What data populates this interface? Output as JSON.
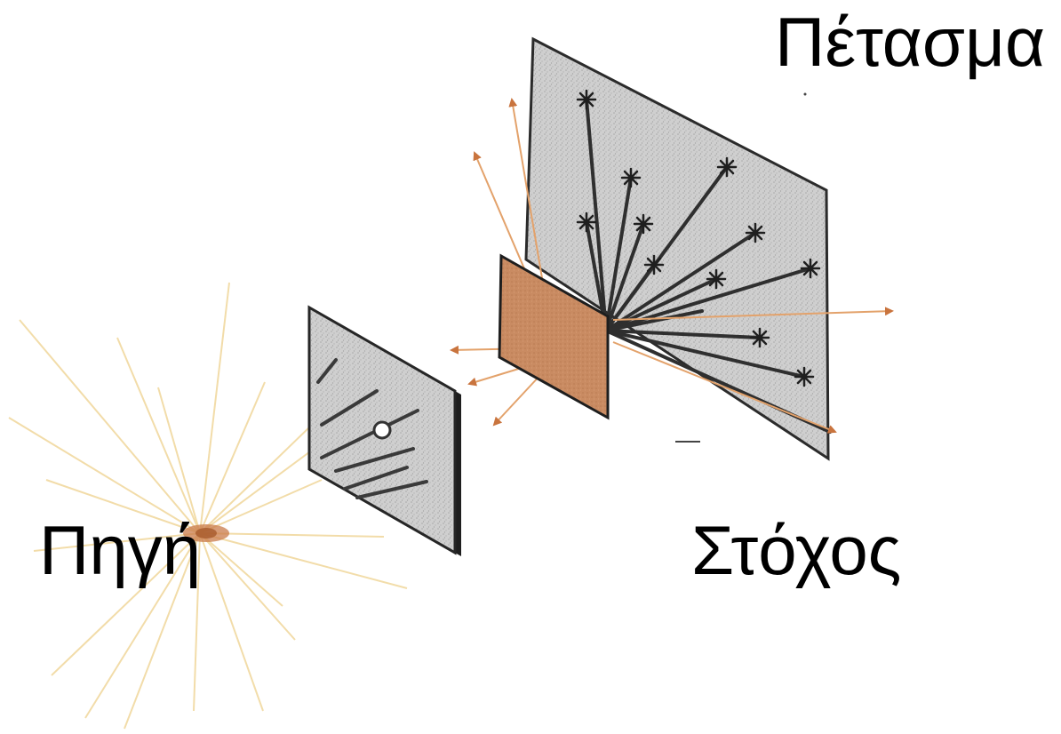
{
  "labels": {
    "screen": "Πέτασμα",
    "source": "Πηγή",
    "target": "Στόχος"
  },
  "colors": {
    "background": "#ffffff",
    "plate": "#c8c8c8",
    "plate_edge": "#2b2b2b",
    "target_foil": "#c98b62",
    "faint_rays": "#f2d9a0",
    "scattered_rays": "#e0a36c",
    "tracks": "#333333"
  },
  "icons": {
    "source": "radioactive-source-icon",
    "collimator": "lead-collimator-plate-icon",
    "target": "gold-foil-target-icon",
    "screen": "fluorescent-screen-icon"
  }
}
